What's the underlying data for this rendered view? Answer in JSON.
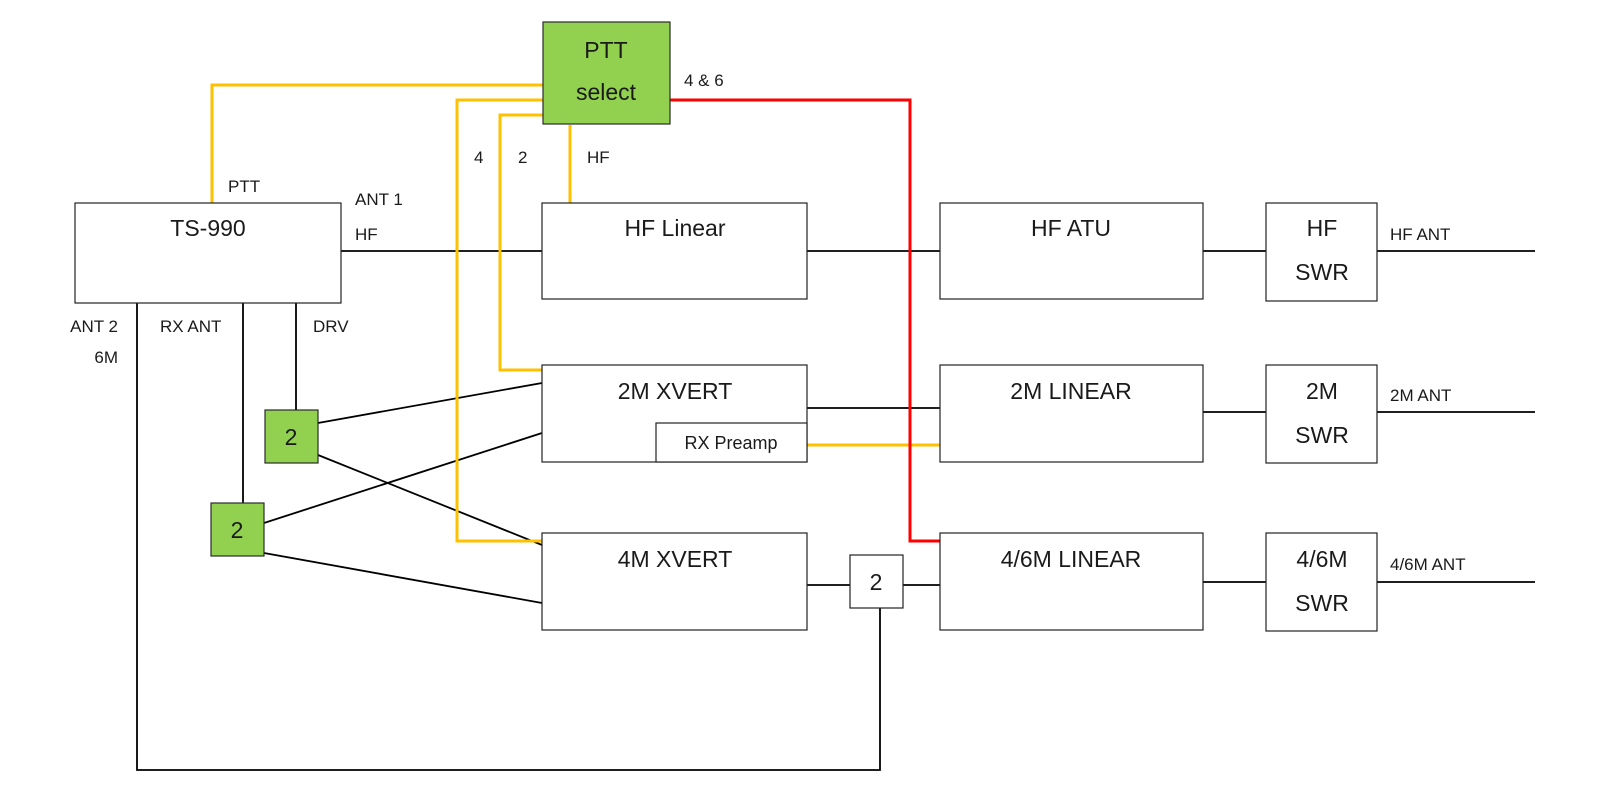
{
  "diagram": {
    "blocks": {
      "ts990": "TS-990",
      "ptt_select_line1": "PTT",
      "ptt_select_line2": "select",
      "hf_linear": "HF Linear",
      "hf_atu": "HF ATU",
      "hf_swr_line1": "HF",
      "hf_swr_line2": "SWR",
      "xvert_2m": "2M XVERT",
      "rx_preamp": "RX Preamp",
      "linear_2m": "2M LINEAR",
      "swr_2m_line1": "2M",
      "swr_2m_line2": "SWR",
      "xvert_4m": "4M XVERT",
      "linear_46m": "4/6M LINEAR",
      "swr_46m_line1": "4/6M",
      "swr_46m_line2": "SWR",
      "switch_drv": "2",
      "switch_rx": "2",
      "switch_46m": "2"
    },
    "labels": {
      "ptt": "PTT",
      "ant1": "ANT 1",
      "ant1_hf": "HF",
      "ant2": "ANT 2",
      "ant2_6m": "6M",
      "rx_ant": "RX ANT",
      "drv": "DRV",
      "ptt_4": "4",
      "ptt_2": "2",
      "ptt_hf": "HF",
      "ptt_4and6": "4 & 6",
      "hf_ant": "HF ANT",
      "ant_2m": "2M ANT",
      "ant_46m": "4/6M ANT"
    },
    "colors": {
      "ptt_line": "#ffc000",
      "ptt_46_line": "#ff0000",
      "rf_line": "#000000",
      "switch_fill": "#92d050"
    }
  }
}
